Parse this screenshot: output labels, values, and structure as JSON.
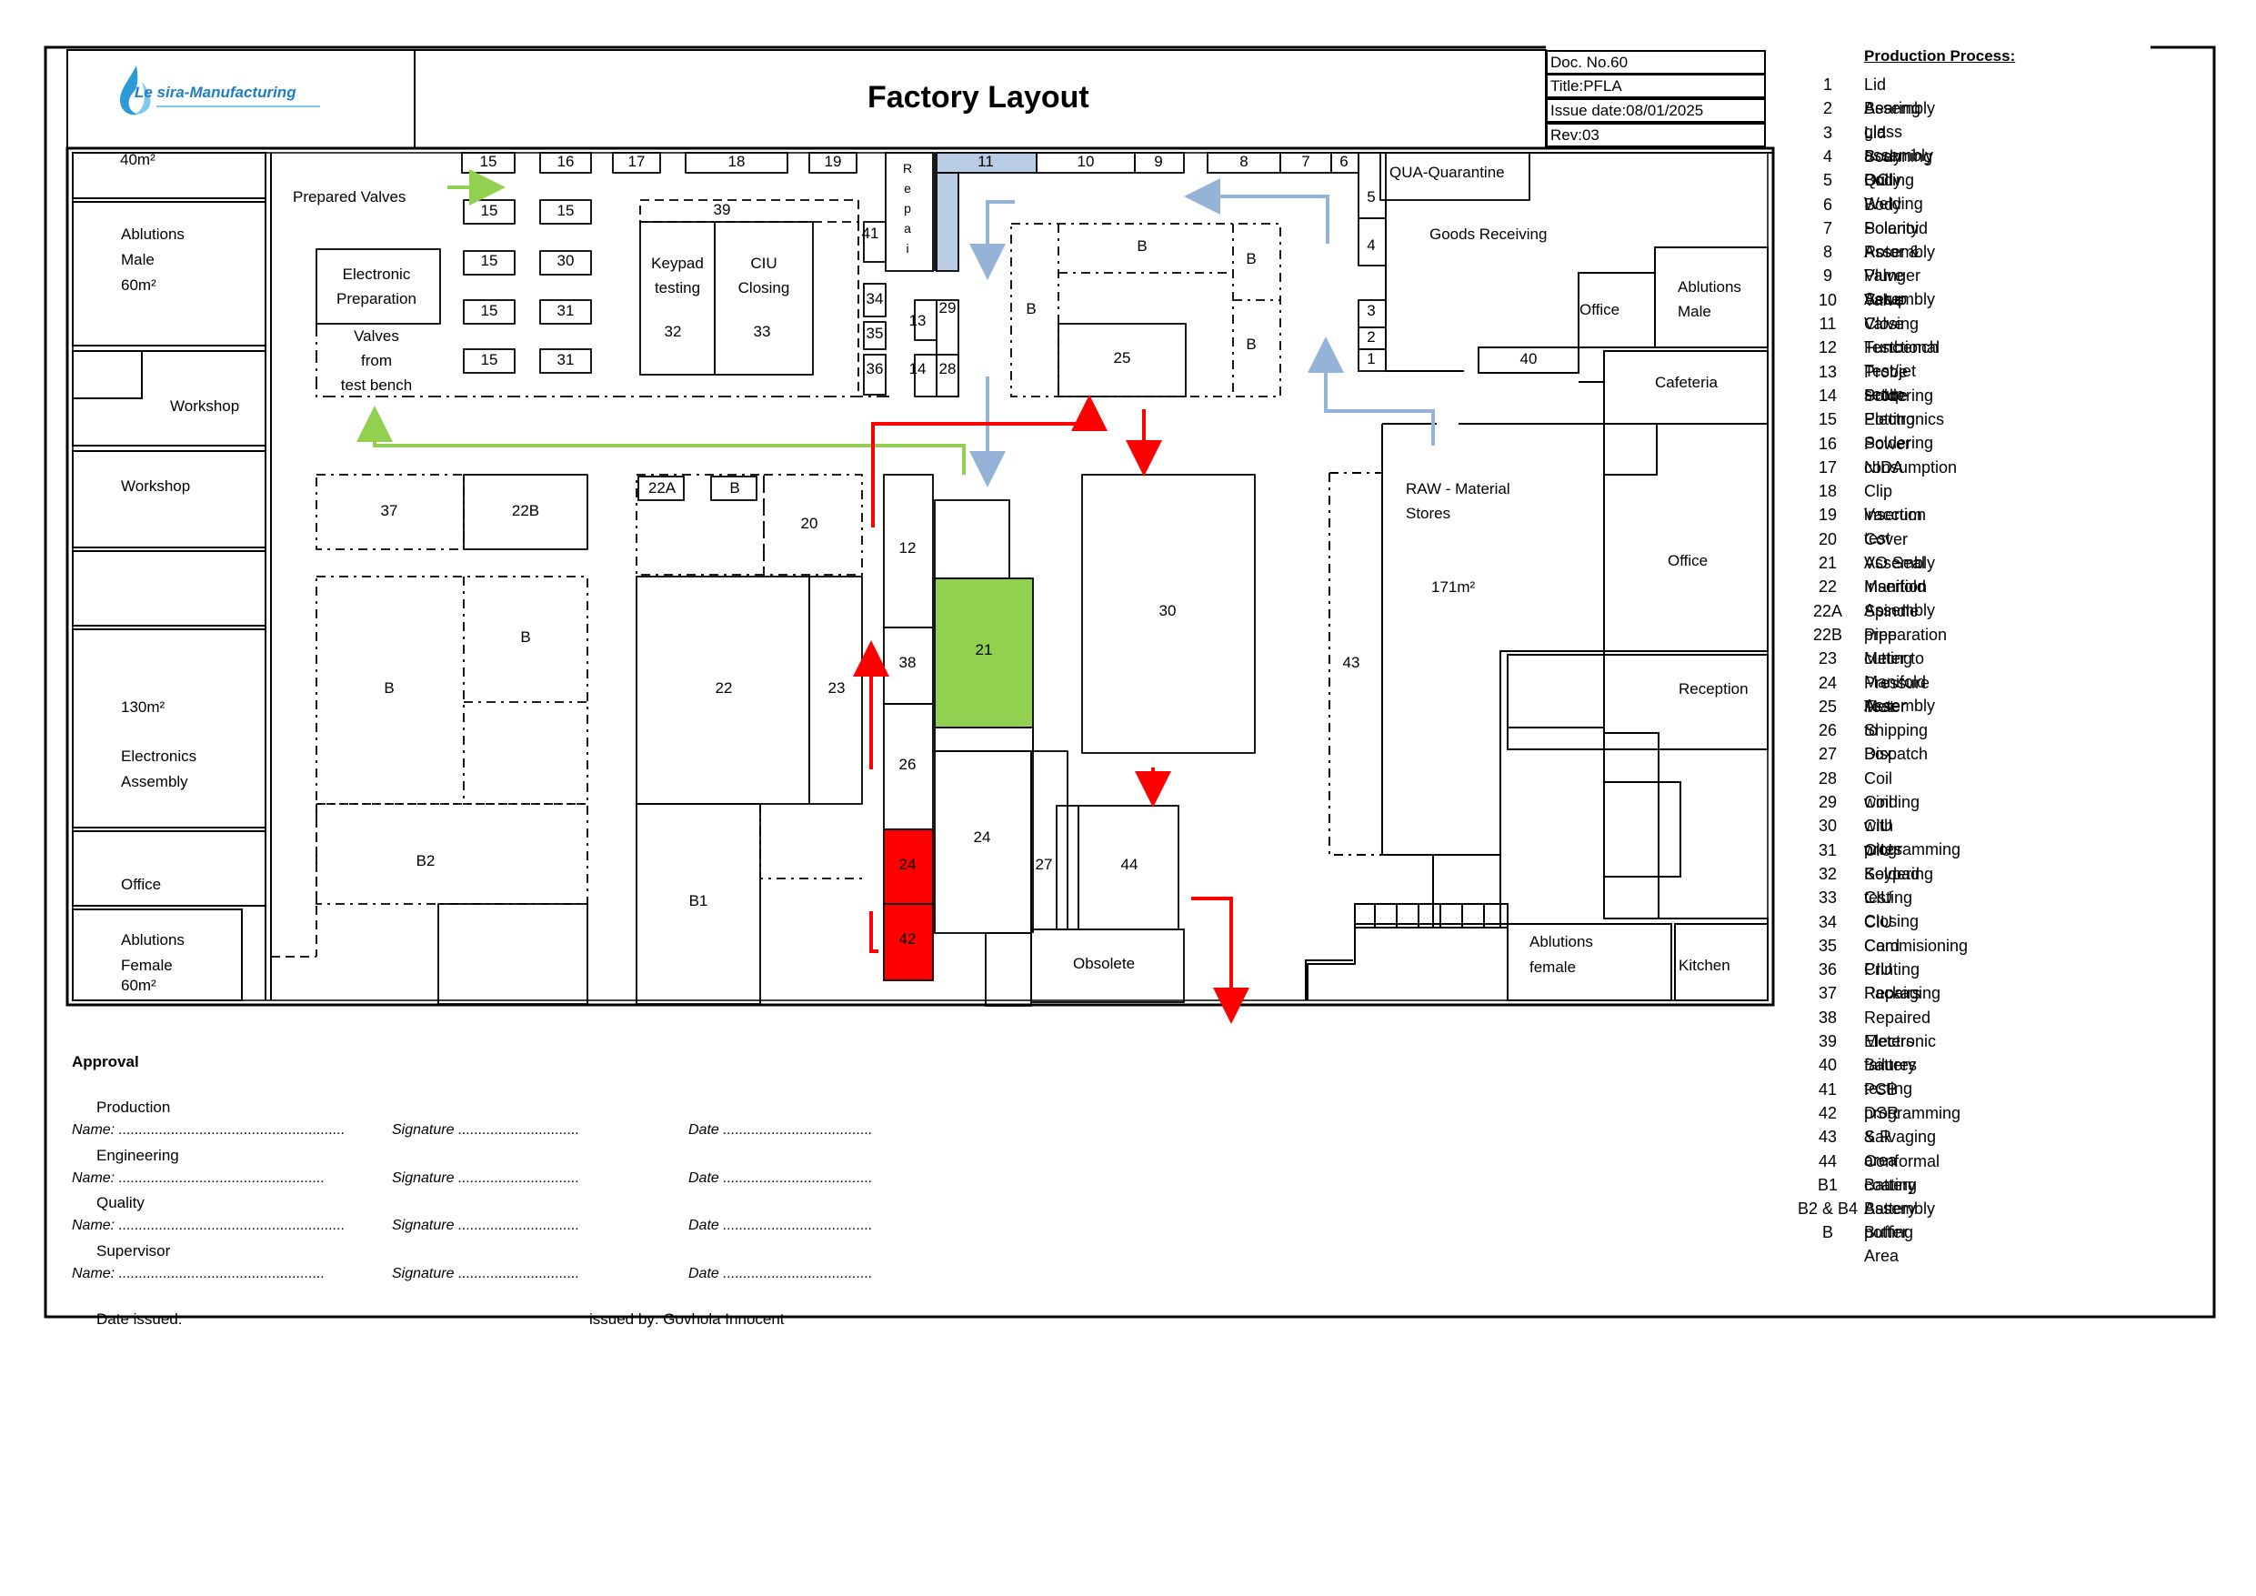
{
  "header": {
    "logo_text": "Le sira-Manufacturing",
    "title": "Factory Layout",
    "doc_no": "Doc. No.60",
    "doc_title": "Title:PFLA",
    "issue_date": "Issue date:08/01/2025",
    "revision": "Rev:03"
  },
  "layout": {
    "areas": {
      "area_40m2": "40m²",
      "ablutions_male_left": [
        "Ablutions",
        "Male",
        "60m²"
      ],
      "workshop_1": "Workshop",
      "workshop_2": "Workshop",
      "electronics_assembly": [
        "130m²",
        "Electronics",
        "Assembly"
      ],
      "office_left": "Office",
      "ablutions_female_left": [
        "Ablutions",
        "Female",
        "60m²"
      ],
      "prepared_valves": "Prepared Valves",
      "electronic_preparation": [
        "Electronic",
        "Preparation"
      ],
      "valves_from_test_bench": [
        "Valves",
        "from",
        "test bench"
      ],
      "keypad_testing": [
        "Keypad",
        "testing"
      ],
      "ciu_closing": [
        "CIU",
        "Closing"
      ],
      "repair_vertical": [
        "R",
        "e",
        "p",
        "a",
        "i"
      ],
      "qua_quarantine": "QUA-Quarantine",
      "goods_receiving": "Goods Receiving",
      "office_right_top": "Office",
      "ablutions_male_right": [
        "Ablutions",
        "Male"
      ],
      "cafeteria": "Cafeteria",
      "raw_material_stores": [
        "RAW - Material",
        "Stores"
      ],
      "area_171m2": "171m²",
      "office_right": "Office",
      "reception": "Reception",
      "ablutions_female_right": [
        "Ablutions",
        "female"
      ],
      "kitchen": "Kitchen",
      "obsolete": "Obsolete"
    },
    "station_labels": [
      "15",
      "16",
      "17",
      "18",
      "19",
      "15",
      "15",
      "15",
      "30",
      "15",
      "31",
      "15",
      "31",
      "39",
      "32",
      "33",
      "41",
      "34",
      "35",
      "36",
      "13",
      "14",
      "29",
      "28",
      "11",
      "10",
      "9",
      "8",
      "7",
      "6",
      "5",
      "4",
      "3",
      "2",
      "1",
      "40",
      "B",
      "B",
      "B",
      "25",
      "B",
      "37",
      "22B",
      "22A",
      "B",
      "20",
      "12",
      "21",
      "38",
      "B",
      "B",
      "22",
      "23",
      "26",
      "30",
      "43",
      "B2",
      "B1",
      "24",
      "24",
      "42",
      "27",
      "44"
    ],
    "highlight_colors": {
      "station_11": "#b8cce4",
      "station_12": "#92d050",
      "station_24": "#ff0000"
    },
    "flow_arrow_colors": {
      "green": "#92d050",
      "blue": "#95b3d7",
      "red": "#ff0000"
    }
  },
  "legend": {
    "heading": "Production Process:",
    "items": [
      {
        "num": "1",
        "name": "Lid Assembly"
      },
      {
        "num": "2",
        "name": "Bearing glass assembly"
      },
      {
        "num": "3",
        "name": "Lid Scanning QC"
      },
      {
        "num": "4",
        "name": "Body Drilling"
      },
      {
        "num": "5",
        "name": "Body Welding"
      },
      {
        "num": "6",
        "name": "Body Solenoid Assembly"
      },
      {
        "num": "7",
        "name": "Polarity"
      },
      {
        "num": "8",
        "name": "Rotor & Plunger Assembly"
      },
      {
        "num": "9",
        "name": "Valve Setup"
      },
      {
        "num": "10",
        "name": "Valve Closing"
      },
      {
        "num": "11",
        "name": "Valve Functional Test/jet setup"
      },
      {
        "num": "12",
        "name": "Testbench"
      },
      {
        "num": "13",
        "name": "Probe Soldering"
      },
      {
        "num": "14",
        "name": "Probe Potting"
      },
      {
        "num": "15",
        "name": "Electronics Soldering"
      },
      {
        "num": "16",
        "name": "Power consumption"
      },
      {
        "num": "17",
        "name": "NIDA"
      },
      {
        "num": "18",
        "name": "Clip insertion"
      },
      {
        "num": "19",
        "name": "Vaccum test"
      },
      {
        "num": "20",
        "name": "Cover Assembly"
      },
      {
        "num": "21",
        "name": "VO Seal Insertion"
      },
      {
        "num": "22",
        "name": "Manifold Assembly"
      },
      {
        "num": "22A",
        "name": "Spindle preparation"
      },
      {
        "num": "22B",
        "name": "Pipe cutting"
      },
      {
        "num": "23",
        "name": "Meter to Manifold Assembly"
      },
      {
        "num": "24",
        "name": "Pressure Test"
      },
      {
        "num": "25",
        "name": "Meter to Box"
      },
      {
        "num": "26",
        "name": "Shipping"
      },
      {
        "num": "27",
        "name": "Dispatch"
      },
      {
        "num": "28",
        "name": "Coil winding"
      },
      {
        "num": "29",
        "name": "Coil with wires"
      },
      {
        "num": "30",
        "name": "CIU programming"
      },
      {
        "num": "31",
        "name": "CIU Soldering"
      },
      {
        "num": "32",
        "name": "Keypad testing"
      },
      {
        "num": "33",
        "name": "CIU Closing"
      },
      {
        "num": "34",
        "name": "CIU Commisioning"
      },
      {
        "num": "35",
        "name": "Card Printing"
      },
      {
        "num": "36",
        "name": "CIU Packaging"
      },
      {
        "num": "37",
        "name": "Repairs"
      },
      {
        "num": "38",
        "name": "Repaired Meters"
      },
      {
        "num": "39",
        "name": "Electronic failures"
      },
      {
        "num": "40",
        "name": "Battery testing"
      },
      {
        "num": "41",
        "name": "PCB programming"
      },
      {
        "num": "42",
        "name": "DSR & R area"
      },
      {
        "num": "43",
        "name": "Salvaging area"
      },
      {
        "num": "44",
        "name": "Conformal coating"
      },
      {
        "num": "B1",
        "name": "Battery Assembly"
      },
      {
        "num": "B2 & B4",
        "name": "Battery potting"
      },
      {
        "num": "B",
        "name": "Buffer Area"
      }
    ]
  },
  "approval": {
    "title": "Approval",
    "rows": [
      {
        "role": "Production",
        "name": "Name: ........................................................",
        "signature": "Signature ..............................",
        "date": "Date ....................................."
      },
      {
        "role": "Engineering",
        "name": "Name: ...................................................",
        "signature": "Signature ..............................",
        "date": "Date ....................................."
      },
      {
        "role": "Quality",
        "name": "Name: ........................................................",
        "signature": "Signature ..............................",
        "date": "Date ....................................."
      },
      {
        "role": "Supervisor",
        "name": "Name: ...................................................",
        "signature": "Signature ..............................",
        "date": "Date ....................................."
      }
    ]
  },
  "footer": {
    "date_issued": "Date issued:",
    "issued_by": "issued by: Govhola Innocent"
  }
}
